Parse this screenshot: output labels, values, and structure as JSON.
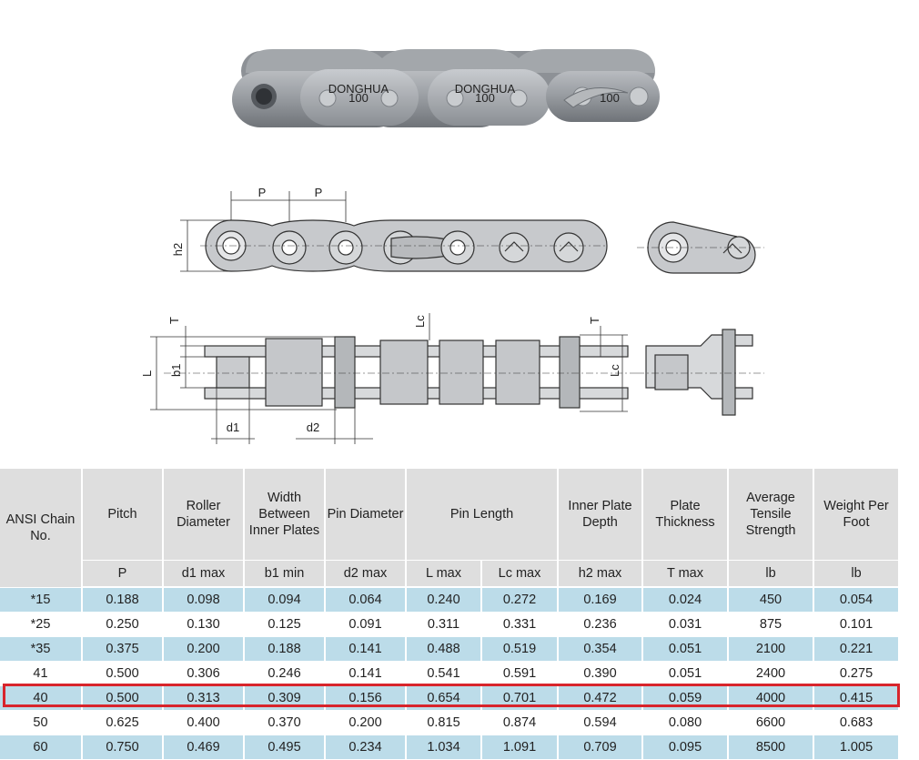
{
  "drawing": {
    "brand_text": "DONGHUA",
    "brand_code": "100",
    "dim_labels": {
      "pitch": "P",
      "height": "h2",
      "plate_thickness": "T",
      "length": "L",
      "length_c": "Lc",
      "inner_width": "b1",
      "roller_dia": "d1",
      "pin_dia": "d2"
    }
  },
  "table": {
    "headers": [
      "ANSI Chain No.",
      "Pitch",
      "Roller Diameter",
      "Width Between Inner Plates",
      "Pin Diameter",
      "Pin Length",
      "Inner Plate Depth",
      "Plate Thickness",
      "Average Tensile Strength",
      "Weight Per Foot"
    ],
    "units": [
      "P",
      "d1 max",
      "b1 min",
      "d2 max",
      "L max",
      "Lc max",
      "h2 max",
      "T max",
      "lb",
      "lb"
    ],
    "rows": [
      [
        "*15",
        "0.188",
        "0.098",
        "0.094",
        "0.064",
        "0.240",
        "0.272",
        "0.169",
        "0.024",
        "450",
        "0.054"
      ],
      [
        "*25",
        "0.250",
        "0.130",
        "0.125",
        "0.091",
        "0.311",
        "0.331",
        "0.236",
        "0.031",
        "875",
        "0.101"
      ],
      [
        "*35",
        "0.375",
        "0.200",
        "0.188",
        "0.141",
        "0.488",
        "0.519",
        "0.354",
        "0.051",
        "2100",
        "0.221"
      ],
      [
        "41",
        "0.500",
        "0.306",
        "0.246",
        "0.141",
        "0.541",
        "0.591",
        "0.390",
        "0.051",
        "2400",
        "0.275"
      ],
      [
        "40",
        "0.500",
        "0.313",
        "0.309",
        "0.156",
        "0.654",
        "0.701",
        "0.472",
        "0.059",
        "4000",
        "0.415"
      ],
      [
        "50",
        "0.625",
        "0.400",
        "0.370",
        "0.200",
        "0.815",
        "0.874",
        "0.594",
        "0.080",
        "6600",
        "0.683"
      ],
      [
        "60",
        "0.750",
        "0.469",
        "0.495",
        "0.234",
        "1.034",
        "1.091",
        "0.709",
        "0.095",
        "8500",
        "1.005"
      ]
    ],
    "highlighted_row": "40",
    "colors": {
      "row_blue": "#bcdce9",
      "header_gray": "#dedede",
      "highlight_red": "#d8252c"
    }
  }
}
